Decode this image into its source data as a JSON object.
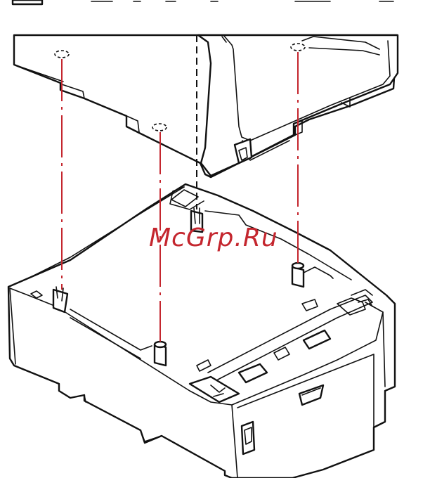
{
  "watermark": {
    "text": "McGrp.Ru",
    "color": "#c4262e"
  },
  "colors": {
    "ink": "#111111",
    "guide": "#c4262e",
    "paper": "#ffffff"
  },
  "figure": {
    "upper_unit": "printer-bottom",
    "lower_unit": "optional-paper-tray",
    "guide_pins": 3
  }
}
